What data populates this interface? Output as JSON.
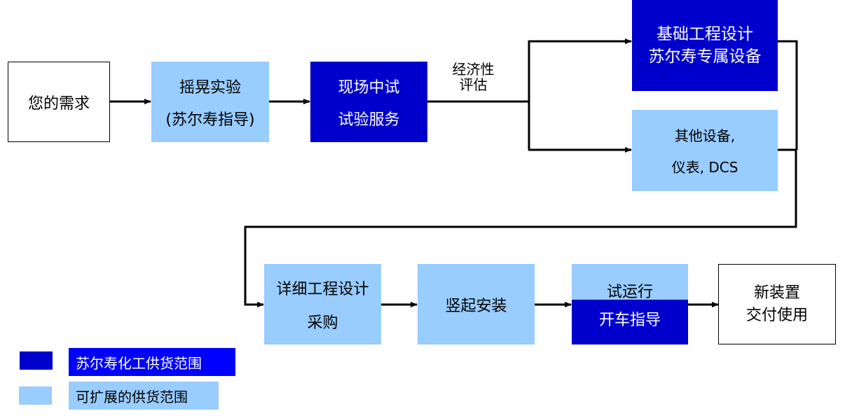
{
  "colors": {
    "dark_blue": "#0000cc",
    "legend_dark_label": "#0000ff",
    "light_blue": "#99ccff",
    "line": "#000000"
  },
  "nodes": {
    "your_needs": {
      "lines": [
        "您的需求"
      ]
    },
    "shake_test": {
      "lines": [
        "摇晃实验",
        "(苏尔寿指导)"
      ]
    },
    "pilot_test": {
      "lines": [
        "现场中试",
        "试验服务"
      ]
    },
    "basic_engineering": {
      "lines": [
        "基础工程设计",
        "苏尔寿专属设备"
      ]
    },
    "other_equipment": {
      "lines": [
        "其他设备,",
        "仪表, DCS"
      ]
    },
    "detail_engineering": {
      "lines": [
        "详细工程设计",
        "采购"
      ]
    },
    "erection": {
      "lines": [
        "竖起安装"
      ]
    },
    "trial_run": {
      "top": "试运行",
      "bottom": "开车指导"
    },
    "handover": {
      "lines": [
        "新装置",
        "交付使用"
      ]
    }
  },
  "edge_labels": {
    "economic_evaluation": [
      "经济性",
      "评估"
    ]
  },
  "legend": [
    {
      "label": "苏尔寿化工供货范围",
      "color": "#0000cc"
    },
    {
      "label": "可扩展的供货范围",
      "color": "#99ccff"
    }
  ]
}
